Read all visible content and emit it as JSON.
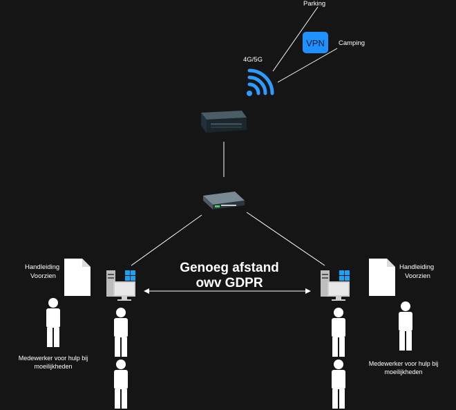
{
  "labels": {
    "parking": "Parking",
    "camping": "Camping",
    "vpn": "VPN",
    "wireless": "4G/5G",
    "gdpr_line1": "Genoeg afstand",
    "gdpr_line2": "owv GDPR",
    "manual_left_line1": "Handleiding",
    "manual_left_line2": "Voorzien",
    "manual_right_line1": "Handleiding",
    "manual_right_line2": "Voorzien",
    "helper_left_line1": "Medewerker voor hulp bij",
    "helper_left_line2": "moeilijkheden",
    "helper_right_line1": "Medewerker voor hulp bij",
    "helper_right_line2": "moeilijkheden"
  },
  "colors": {
    "background": "#151515",
    "vpn_badge": "#1e90ff",
    "wifi": "#2f9bff",
    "windows_logo": "#1da1f2",
    "line": "#ffffff"
  },
  "icons": {
    "vpn": "vpn-badge-icon",
    "wifi": "wifi-icon",
    "router": "router-icon",
    "switch": "network-switch-icon",
    "pc": "windows-pc-icon",
    "document": "document-icon",
    "person": "person-icon"
  }
}
